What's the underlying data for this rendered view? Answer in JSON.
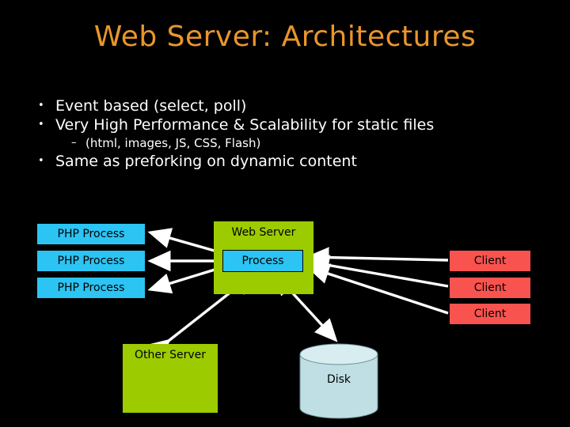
{
  "slide": {
    "title": "Web Server: Architectures",
    "background_color": "#000000",
    "title_color": "#E8962B",
    "body_text_color": "#FFFFFF"
  },
  "bullets": [
    {
      "level": 1,
      "marker": "•",
      "text": "Event based (select, poll)"
    },
    {
      "level": 1,
      "marker": "•",
      "text": "Very High Performance & Scalability for static files"
    },
    {
      "level": 2,
      "marker": "–",
      "text": "(html, images, JS, CSS, Flash)"
    },
    {
      "level": 1,
      "marker": "•",
      "text": "Same as preforking on dynamic content"
    }
  ],
  "diagram": {
    "php_processes": [
      {
        "label": "PHP Process"
      },
      {
        "label": "PHP Process"
      },
      {
        "label": "PHP Process"
      }
    ],
    "web_server": {
      "label": "Web Server",
      "inner_process_label": "Process",
      "color": "#9CCB00",
      "inner_color": "#2BC4F3"
    },
    "clients": [
      {
        "label": "Client"
      },
      {
        "label": "Client"
      },
      {
        "label": "Client"
      }
    ],
    "other_server": {
      "label": "Other Server",
      "color": "#9CCB00"
    },
    "disk": {
      "label": "Disk",
      "color": "#BFDFE4"
    },
    "colors": {
      "php_process": "#2BC4F3",
      "client": "#F9534F",
      "arrow": "#FFFFFF"
    }
  }
}
